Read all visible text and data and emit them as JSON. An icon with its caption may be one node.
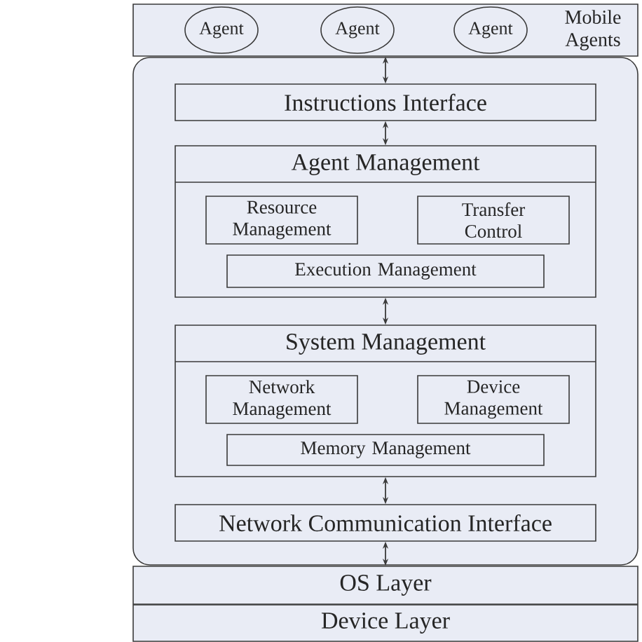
{
  "diagram": {
    "nodes": [
      {
        "text": [
          "Mobile Agents"
        ]
      },
      {
        "text": [
          "Agent"
        ],
        "in": 0
      },
      {
        "text": [
          "Agent"
        ],
        "in": 0
      },
      {
        "text": [
          "Agent"
        ],
        "in": 0
      },
      {
        "text": [],
        "shape": "box"
      },
      {
        "text": [
          "Instructions Interface"
        ],
        "in": 4
      },
      {
        "text": [
          "Agent Management"
        ],
        "in": 4
      },
      {
        "text": [
          "Resource Management"
        ],
        "in": 6
      },
      {
        "text": [
          "Transfer Control"
        ],
        "in": 6
      },
      {
        "text": [
          "Execution Management"
        ],
        "in": 6
      },
      {
        "text": [
          "System Management"
        ],
        "in": 4
      },
      {
        "text": [
          "Network Management"
        ],
        "in": 10
      },
      {
        "text": [
          "Device Management"
        ],
        "in": 10
      },
      {
        "text": [
          "Memory Management"
        ],
        "in": 10
      },
      {
        "text": [
          "Network Communication Interface"
        ],
        "in": 4
      },
      {
        "text": [
          "OS Layer"
        ]
      },
      {
        "text": [
          "Device Layer"
        ]
      }
    ],
    "edges": [
      {
        "from": 0,
        "to": 5,
        "arrow": "both"
      },
      {
        "from": 5,
        "to": 6,
        "arrow": "both"
      },
      {
        "from": 6,
        "to": 10,
        "arrow": "both"
      },
      {
        "from": 10,
        "to": 14,
        "arrow": "both"
      },
      {
        "from": 14,
        "to": 15,
        "arrow": "both"
      }
    ]
  }
}
